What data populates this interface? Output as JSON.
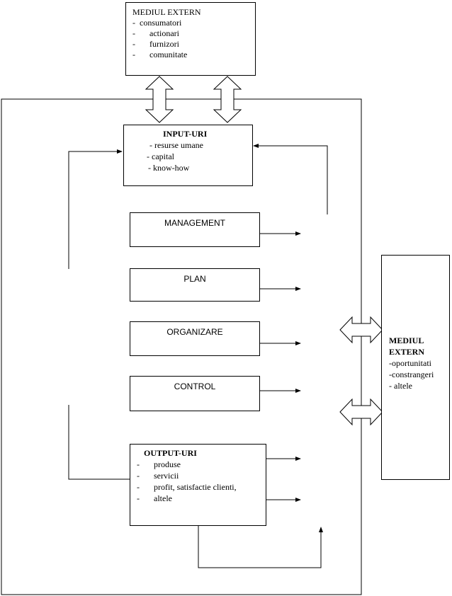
{
  "top_external": {
    "title": "MEDIUL EXTERN",
    "items": [
      "consumatori",
      "actionari",
      "furnizori",
      "comunitate"
    ]
  },
  "inputs": {
    "title": "INPUT-URI",
    "items": [
      "- resurse umane",
      "- capital",
      "- know-how"
    ]
  },
  "functions": {
    "management": "MANAGEMENT",
    "plan": "PLAN",
    "organizare": "ORGANIZARE",
    "control": "CONTROL"
  },
  "outputs": {
    "title": "OUTPUT-URI",
    "items": [
      "produse",
      "servicii",
      "profit, satisfactie clienti,",
      "altele"
    ]
  },
  "right_external": {
    "title_line1": "MEDIUL",
    "title_line2": "EXTERN",
    "items": [
      "-oportunitati",
      "-constrangeri",
      "- altele"
    ]
  }
}
